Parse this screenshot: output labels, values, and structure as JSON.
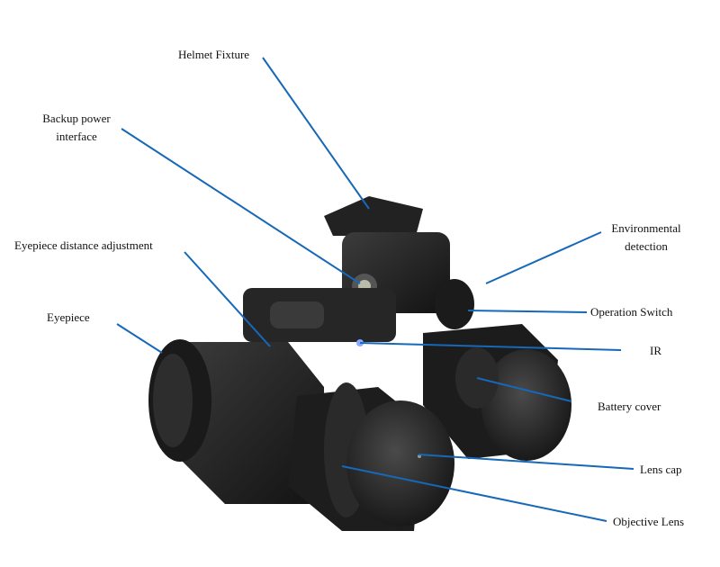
{
  "line_color": "#1668b8",
  "labels": {
    "helmet_fixture": "Helmet Fixture",
    "backup_power_1": "Backup power",
    "backup_power_2": "interface",
    "eyepiece_distance": "Eyepiece distance adjustment",
    "eyepiece": "Eyepiece",
    "environmental_1": "Environmental",
    "environmental_2": "detection",
    "operation_switch": "Operation Switch",
    "ir": "IR",
    "battery_cover": "Battery cover",
    "lens_cap": "Lens cap",
    "objective_lens": "Objective Lens"
  }
}
